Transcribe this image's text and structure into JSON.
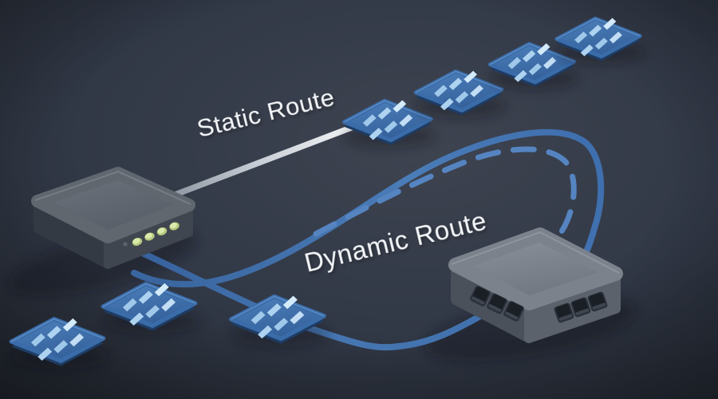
{
  "scene": {
    "description": "3D isometric network routing illustration",
    "labels": {
      "static_route": "Static Route",
      "dynamic_route": "Dynamic Route"
    },
    "colors": {
      "background": "#2e3540",
      "background_highlight": "#3e4450",
      "background_shadow": "#232830",
      "static_route_line_near": "#f3f5f7",
      "static_route_line_far": "#8d96a1",
      "dynamic_route_line": "#4273ae",
      "dynamic_route_dash": "#5584c1",
      "chip_top": "#3f6fae",
      "chip_edge": "#1e3c64",
      "chip_pad": "#9fc8ea",
      "chip_pad_bright": "#d3eafa",
      "router_left_top": "#666d77",
      "router_left_front": "#40464f",
      "router_left_side": "#343a43",
      "router_right_top": "#7e858f",
      "router_right_front_left": "#4a515b",
      "router_right_front_right": "#5b626c",
      "led_green": "#c3d78b",
      "port_dark": "#1a1e25",
      "label_text": "#f2f4f7"
    },
    "devices": {
      "left_router": {
        "led_count": 4
      },
      "right_router": {
        "port_count": 6
      },
      "chip_count": 7,
      "top_chip_row_count": 4,
      "bottom_chip_row_count": 3
    }
  }
}
